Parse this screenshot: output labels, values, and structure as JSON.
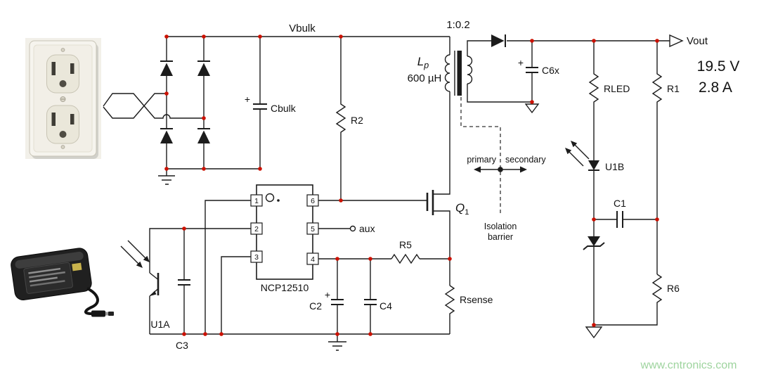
{
  "page": {
    "watermark": "www.cntronics.com"
  },
  "colors": {
    "wire": "#1c1c1c",
    "junction_dot": "#cc1100",
    "watermark_green": "#9ed49e",
    "outlet_plate": "#f6f4ee",
    "adapter_body": "#202020"
  },
  "labels": {
    "vbulk": "Vbulk",
    "turns_ratio": "1:0.2",
    "lp_symbol": "L",
    "lp_subscript": "p",
    "lp_value": "600 µH",
    "vout": "Vout",
    "output_voltage": "19.5 V",
    "output_current": "2.8 A",
    "cbulk": "Cbulk",
    "plus": "+",
    "r2": "R2",
    "c6x": "C6x",
    "rled": "RLED",
    "r1": "R1",
    "u1b": "U1B",
    "c1": "C1",
    "r6": "R6",
    "ic_part_number": "NCP12510",
    "pin1": "1",
    "pin2": "2",
    "pin3": "3",
    "pin4": "4",
    "pin5": "5",
    "pin6": "6",
    "aux": "aux",
    "q_symbol": "Q",
    "q_subscript": "1",
    "r5": "R5",
    "rsense": "Rsense",
    "c2": "C2",
    "c4": "C4",
    "u1a": "U1A",
    "c3": "C3",
    "primary": "primary",
    "secondary": "secondary",
    "isolation_barrier_line1": "Isolation",
    "isolation_barrier_line2": "barrier"
  }
}
